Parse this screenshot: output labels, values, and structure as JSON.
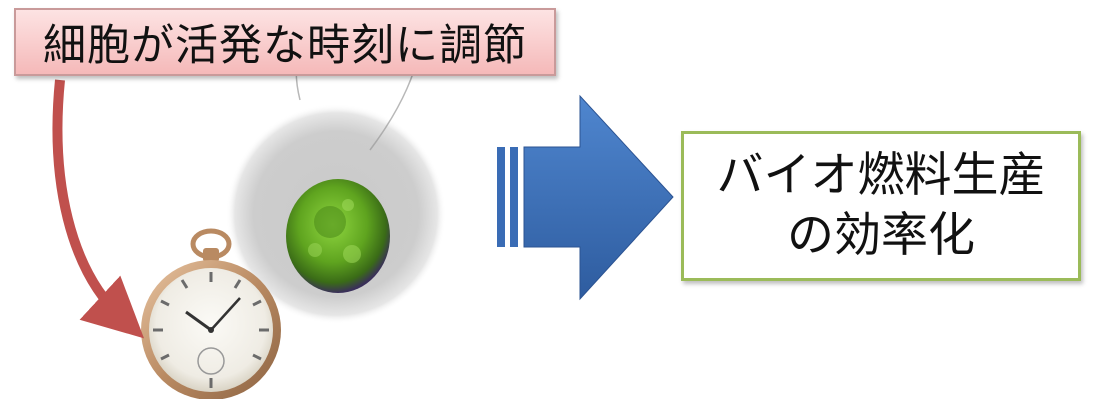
{
  "label": {
    "text": "細胞が活発な時刻に調節"
  },
  "result": {
    "line1": "バイオ燃料生産",
    "line2": "の効率化"
  },
  "colors": {
    "label_fill": "#f5b9b9",
    "label_border": "#c99a9a",
    "curved_arrow": "#c0504d",
    "big_arrow": "#3a6cb5",
    "result_border": "#9bbb59",
    "cell_green": "#6fb52a"
  },
  "images": {
    "watch": "pocket-watch",
    "cell": "green-algae-cell"
  }
}
